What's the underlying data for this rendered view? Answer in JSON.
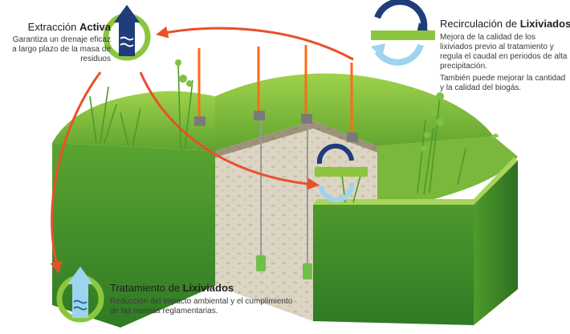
{
  "extraction": {
    "title_plain": "Extracción ",
    "title_bold": "Activa",
    "description": "Garantiza un drenaje eficaz a largo plazo de la masa de residuos"
  },
  "recirculation": {
    "title_plain": "Recirculación de ",
    "title_bold": "Lixiviados",
    "description_1": "Mejora de la calidad de los lixiviados previo al tratamiento y regula el caudal en periodos de alta precipitación.",
    "description_2": "También puede mejorar la cantidad y la calidad del biogás."
  },
  "treatment": {
    "title_plain": "Tratamiento de ",
    "title_bold": "Lixiviados",
    "description": "Reducción del impacto ambiental y el cumplimiento de las normas reglamentarias."
  },
  "colors": {
    "grass_light": "#8cc63f",
    "grass_dark": "#3c8a2a",
    "soil": "#d9d2c0",
    "flow_arrow": "#e8502a",
    "pipe": "#ff6a1a",
    "icon_navy": "#1f3d7a",
    "icon_light_blue": "#9fd3ee",
    "icon_green": "#8cc63f"
  }
}
